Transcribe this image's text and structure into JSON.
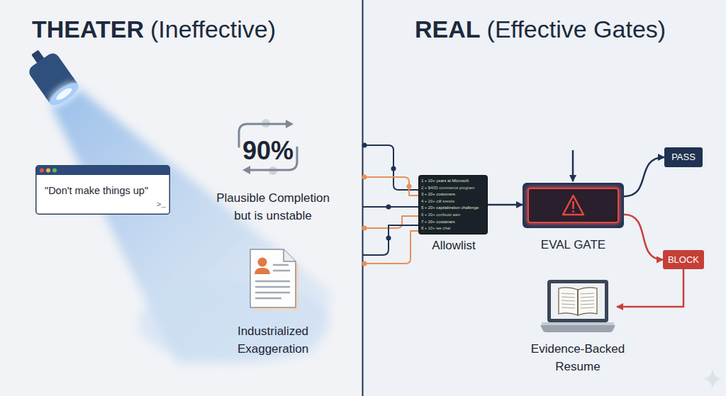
{
  "diagram": {
    "nodes": [
      {
        "text": [
          "\"Don't make things up\"",
          ">_"
        ]
      },
      {
        "text": [
          "90%",
          "Plausible Completion but is unstable"
        ]
      },
      {
        "text": [
          "Industrialized Exaggeration"
        ]
      },
      {
        "text": [
          "1 + 10+ years at Microsoft",
          "2 + $40D commerce program",
          "3 + 20+ costumers",
          "4 + 20+ ctlf sresits",
          "5 + 20+ captialization challenge",
          "6 + 20+ confsost awn",
          "7 + 20+ costainars",
          "8 + 10+ we chat",
          "Allowlist"
        ]
      },
      {
        "text": [
          "EVAL GATE"
        ]
      },
      {
        "text": [
          "PASS"
        ]
      },
      {
        "text": [
          "BLOCK"
        ]
      },
      {
        "text": [
          "Evidence-Backed Resume"
        ]
      }
    ],
    "edges": [
      {
        "from": 3,
        "to": 4,
        "arrow": "to"
      },
      {
        "from": 4,
        "to": 5,
        "arrow": "to"
      },
      {
        "from": 4,
        "to": 6,
        "arrow": "to"
      },
      {
        "from": 6,
        "to": 7,
        "arrow": "to"
      }
    ],
    "labels": [
      "THEATER",
      "(Ineffective)",
      "REAL",
      "(Effective Gates)"
    ]
  }
}
